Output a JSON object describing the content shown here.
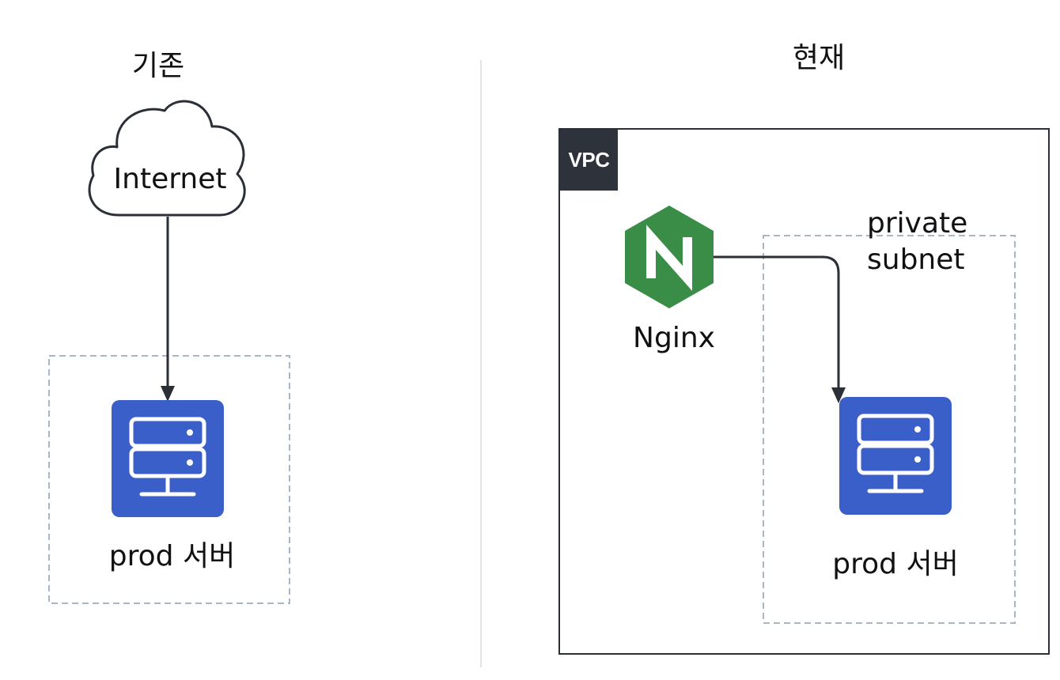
{
  "before": {
    "title": "기존",
    "cloud_label": "Internet",
    "server_label": "prod 서버"
  },
  "after": {
    "title": "현재",
    "vpc_label": "VPC",
    "proxy_label": "Nginx",
    "proxy_icon_letter": "N",
    "subnet_label_line1": "private",
    "subnet_label_line2": "subnet",
    "server_label": "prod 서버"
  },
  "icons": {
    "cloud": "cloud-icon",
    "server": "server-icon",
    "nginx": "nginx-icon"
  },
  "colors": {
    "server_bg": "#3b5fc8",
    "nginx_bg": "#3a8d47",
    "vpc_badge": "#2d323b",
    "arrow": "#2a2f38",
    "dashed_border": "#a9b6c6"
  }
}
